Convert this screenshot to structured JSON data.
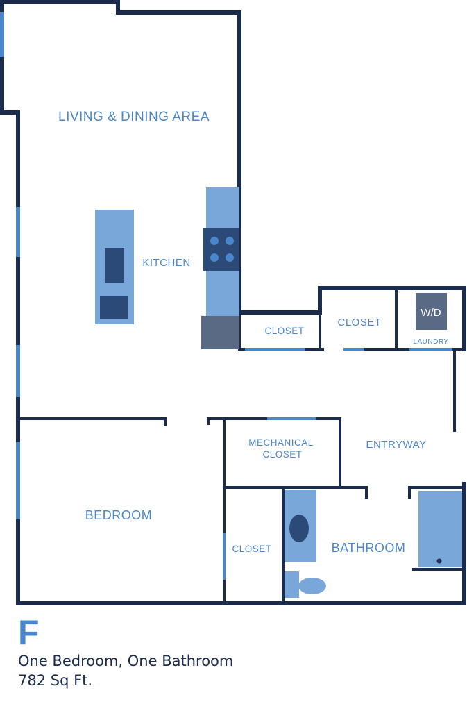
{
  "unit": {
    "letter": "F",
    "description": "One Bedroom, One Bathroom",
    "size": "782 Sq Ft."
  },
  "rooms": {
    "living_dining": "LIVING & DINING AREA",
    "kitchen": "KITCHEN",
    "closet_1": "CLOSET",
    "closet_2": "CLOSET",
    "laundry": "LAUNDRY",
    "washer_dryer": "W/D",
    "mechanical_line1": "MECHANICAL",
    "mechanical_line2": "CLOSET",
    "entryway": "ENTRYWAY",
    "bedroom": "BEDROOM",
    "closet_3": "CLOSET",
    "bathroom": "BATHROOM"
  },
  "colors": {
    "wall": "#1b2b4b",
    "accent": "#4a86cc",
    "fixture": "#7aa7da",
    "appliance_dark": "#2c4a78",
    "appliance_gray": "#5a6a85"
  }
}
